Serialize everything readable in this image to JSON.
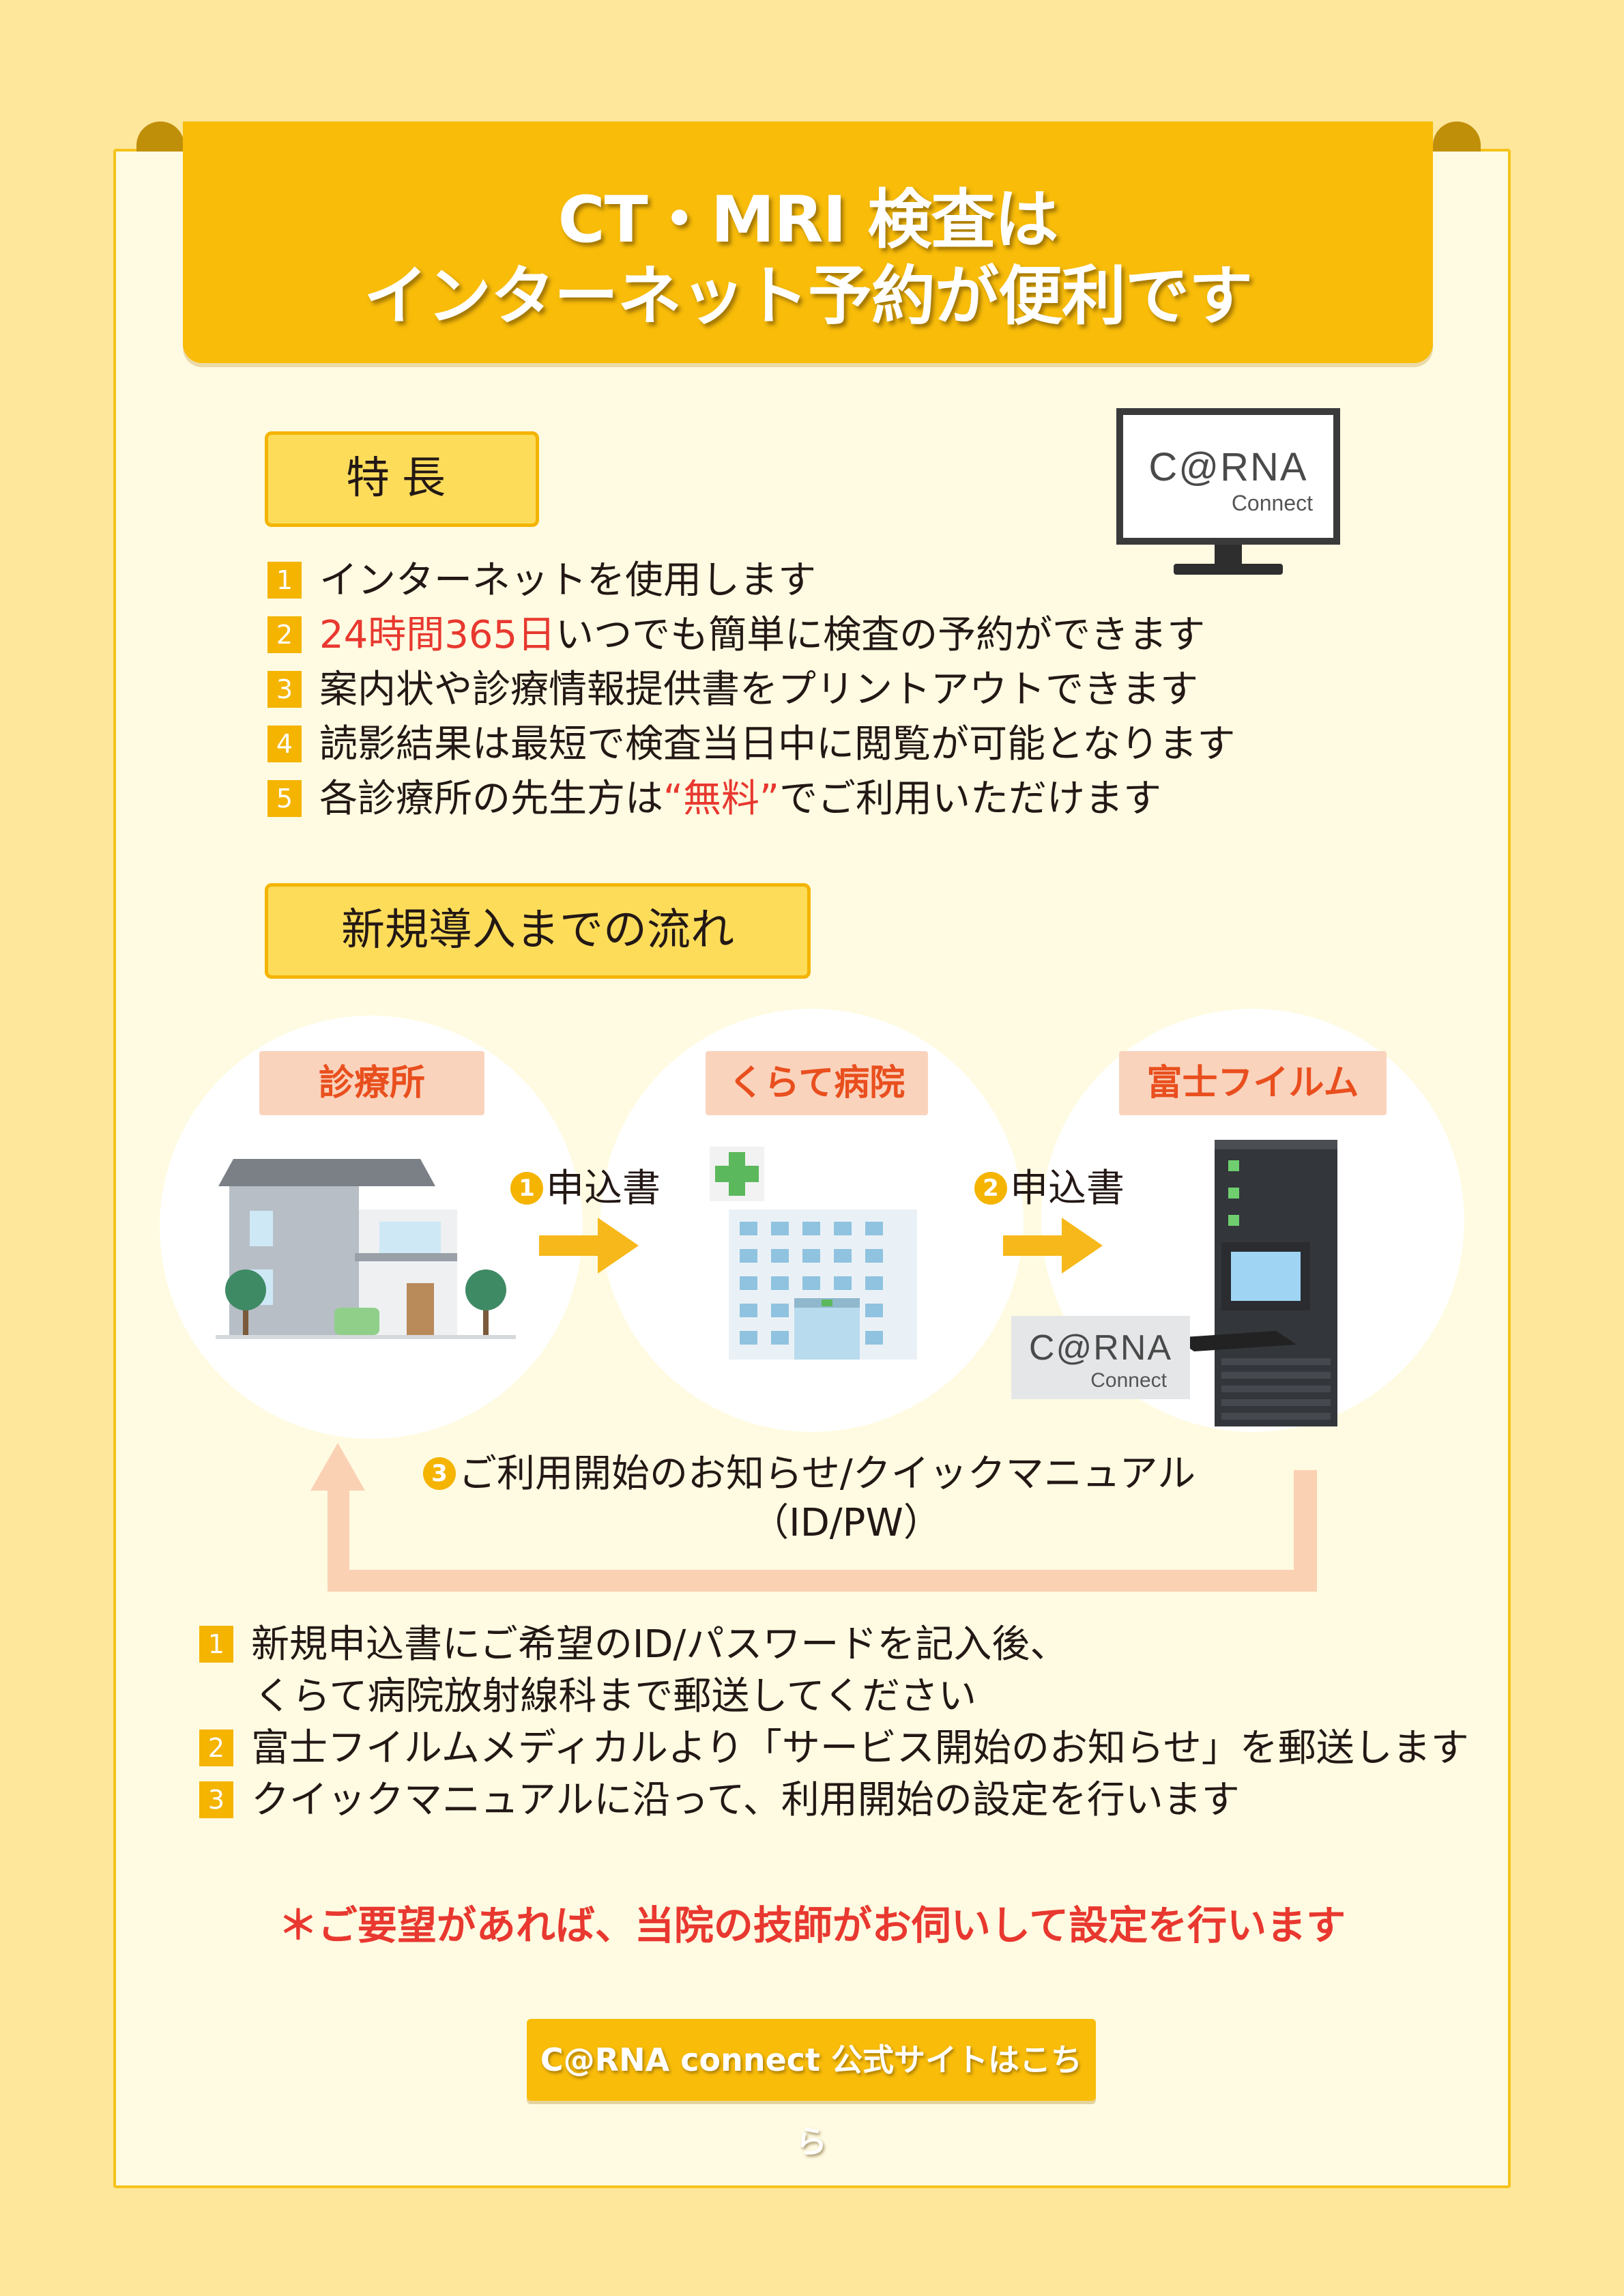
{
  "header": {
    "title_line1": "CT・MRI 検査は",
    "title_line2": "インターネット予約が便利です"
  },
  "features": {
    "heading": "特長",
    "logo": {
      "brand": "C@RNA",
      "sub": "Connect"
    },
    "items": [
      {
        "num": "1",
        "pre": "インターネットを使用します",
        "highlight": "",
        "post": ""
      },
      {
        "num": "2",
        "pre": "",
        "highlight": "24時間365日",
        "post": "いつでも簡単に検査の予約ができます"
      },
      {
        "num": "3",
        "pre": "案内状や診療情報提供書をプリントアウトできます",
        "highlight": "",
        "post": ""
      },
      {
        "num": "4",
        "pre": "読影結果は最短で検査当日中に閲覧が可能となります",
        "highlight": "",
        "post": ""
      },
      {
        "num": "5",
        "pre": "各診療所の先生方は",
        "highlight": "“無料”",
        "post": "でご利用いただけます"
      }
    ]
  },
  "flow": {
    "heading": "新規導入までの流れ",
    "nodes": [
      "診療所",
      "くらて病院",
      "富士フイルム"
    ],
    "step1": {
      "num": "1",
      "label": "申込書"
    },
    "step2": {
      "num": "2",
      "label": "申込書"
    },
    "step3": {
      "num": "3",
      "label": "ご利用開始のお知らせ/クイックマニュアル",
      "sub": "（ID/PW）"
    },
    "sign": {
      "brand": "C@RNA",
      "sub": "Connect"
    }
  },
  "steps": [
    {
      "num": "1",
      "lines": [
        "新規申込書にご希望のID/パスワードを記入後、",
        "くらて病院放射線科まで郵送してください"
      ]
    },
    {
      "num": "2",
      "lines": [
        "富士フイルムメディカルより「サービス開始のお知らせ」を郵送します"
      ]
    },
    {
      "num": "3",
      "lines": [
        "クイックマニュアルに沿って、利用開始の設定を行います"
      ]
    }
  ],
  "note": "＊ご要望があれば、当院の技師がお伺いして設定を行います",
  "cta": {
    "label": "C@RNA connect 公式サイトはこちら"
  },
  "colors": {
    "accent": "#f8bc09",
    "highlight": "#e8382f",
    "node_label_bg": "#fad3bd"
  }
}
